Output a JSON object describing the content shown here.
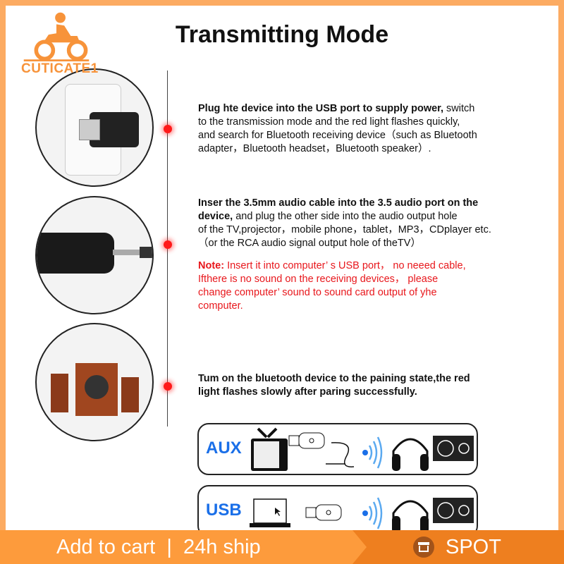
{
  "brand": {
    "name": "CUTICATE1",
    "color": "#f7933a"
  },
  "title": "Transmitting Mode",
  "steps": [
    {
      "icon": "usb-plug-photo",
      "lines_bold": "Plug hte device into the USB port to supply power,",
      "lines": [
        " switch",
        "to the transmission mode and the red light flashes quickly,",
        "and search for Bluetooth receiving device（such as Bluetooth",
        "adapter，Bluetooth headset，Bluetooth speaker）."
      ]
    },
    {
      "icon": "audio-cable-photo",
      "bold1": "Inser the 3.5mm audio cable into the 3.5 audio port on the",
      "bold2": "device,",
      "line2": " and plug the other side into the audio output hole",
      "line3": "of the TV,projector，mobile phone，tablet，MP3，CDplayer etc.",
      "line4": "（or the RCA audio signal output hole of theTV）",
      "note_label": "Note:",
      "note_lines": [
        " Insert it into computer’ s USB port， no neeed cable,",
        "Ifthere is no sound on the receiving devices， please",
        "change computer’ sound to sound card output of yhe",
        "computer."
      ]
    },
    {
      "icon": "speakers-photo",
      "bold1": "Tum on the bluetooth device to the paining state,the red",
      "bold2": "light flashes slowly after paring successfully."
    }
  ],
  "diagrams": [
    {
      "label": "AUX"
    },
    {
      "label": "USB"
    }
  ],
  "banner": {
    "cart": "Add to cart  |  24h ship",
    "spot": "SPOT",
    "light": "#fd9b3c",
    "dark": "#ee7f1f"
  },
  "colors": {
    "accent_red": "#e8171c",
    "label_blue": "#1a6fe8"
  }
}
